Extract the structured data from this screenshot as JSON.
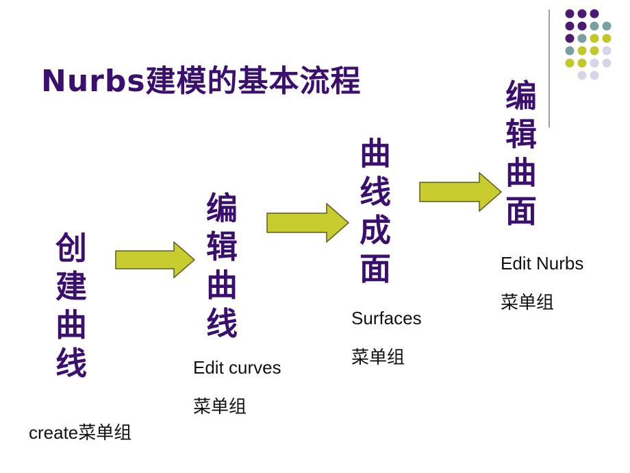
{
  "title": "Nurbs建模的基本流程",
  "steps": [
    {
      "text": "创建曲线",
      "menu_name": "create",
      "menu_suffix": "菜单组"
    },
    {
      "text": "编辑曲线",
      "menu_name": "Edit curves",
      "menu_suffix": "菜单组"
    },
    {
      "text": "曲线成面",
      "menu_name": "Surfaces",
      "menu_suffix": "菜单组"
    },
    {
      "text": "编辑曲面",
      "menu_name": "Edit Nurbs",
      "menu_suffix": "菜单组"
    }
  ],
  "colors": {
    "title": "#3b0f6e",
    "arrow_fill": "#c8cc2e",
    "dot_purple": "#4b1a72",
    "dot_teal": "#7aa1a0",
    "dot_olive": "#c4c729",
    "dot_lavender": "#d9d5e8"
  }
}
